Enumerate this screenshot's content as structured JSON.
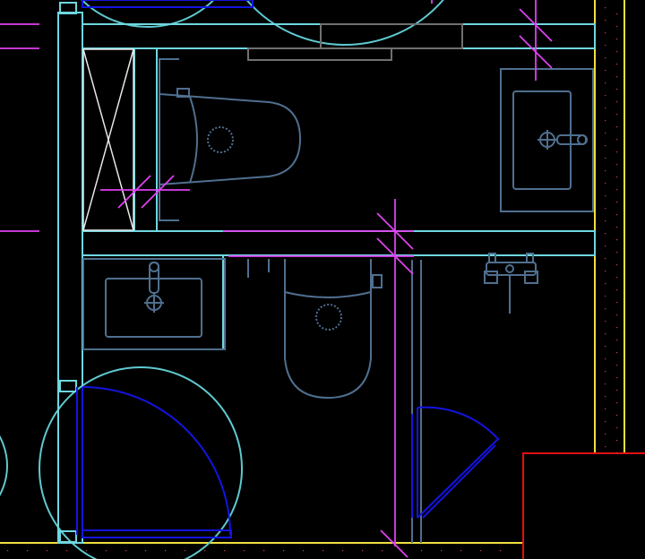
{
  "drawing": {
    "background": "#000000",
    "layers": {
      "wall": "#6fd7e0",
      "fixture": "#4f6f8f",
      "door": "#1414e0",
      "door_swing_circle": "#5fc9d0",
      "axis": "#e040f0",
      "boundary": "#f0e040",
      "frame": "#e01010",
      "shower_screen": "#e8e8e8",
      "grid_dot": "#d04040"
    },
    "fixtures": [
      {
        "name": "wc-upper",
        "type": "toilet"
      },
      {
        "name": "wc-lower",
        "type": "toilet"
      },
      {
        "name": "basin-right",
        "type": "washbasin"
      },
      {
        "name": "basin-left",
        "type": "washbasin"
      },
      {
        "name": "shower-valve",
        "type": "tap"
      }
    ],
    "doors": [
      {
        "name": "door-lower-left",
        "type": "single-swing"
      },
      {
        "name": "door-lower-right",
        "type": "single-swing"
      }
    ]
  }
}
